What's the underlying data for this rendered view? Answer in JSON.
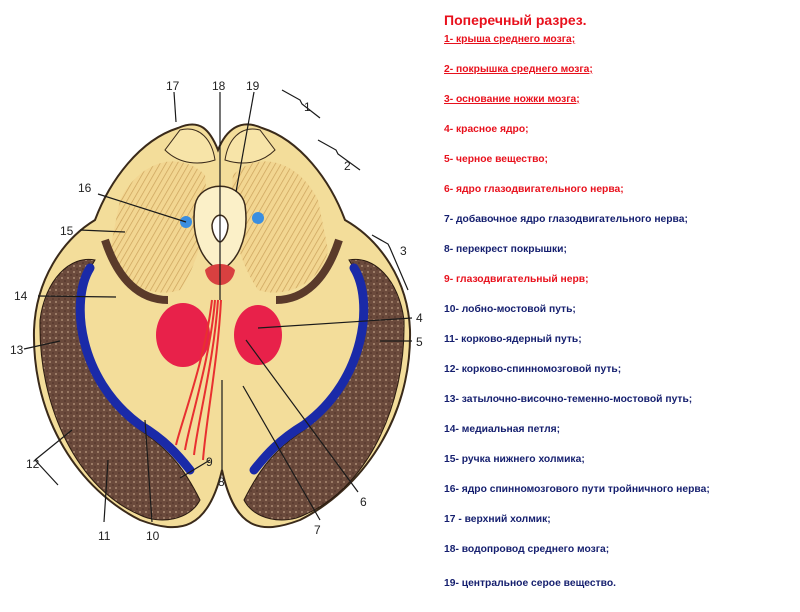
{
  "legend": {
    "title": "Поперечный разрез.",
    "items": [
      {
        "text": "1- крыша среднего мозга;",
        "color": "red",
        "underline": true
      },
      {
        "text": "2- покрышка среднего мозга;",
        "color": "red",
        "underline": true
      },
      {
        "text": "3- основание ножки мозга;",
        "color": "red",
        "underline": true
      },
      {
        "text": "4- красное ядро;",
        "color": "red",
        "underline": false
      },
      {
        "text": "5- черное вещество;",
        "color": "red",
        "underline": false
      },
      {
        "text": "6- ядро глазодвигательного нерва;",
        "color": "red",
        "underline": false
      },
      {
        "text": "7- добавочное ядро глазодвигательного нерва;",
        "color": "blue",
        "underline": false
      },
      {
        "text": "8- перекрест покрышки;",
        "color": "blue",
        "underline": false
      },
      {
        "text": "9- глазодвигательный нерв;",
        "color": "red",
        "underline": false
      },
      {
        "text": "10- лобно-мостовой путь;",
        "color": "blue",
        "underline": false
      },
      {
        "text": "11- корково-ядерный путь;",
        "color": "blue",
        "underline": false
      },
      {
        "text": "12- корково-спинномозговой путь;",
        "color": "blue",
        "underline": false
      },
      {
        "text": "13- затылочно-височно-теменно-мостовой путь;",
        "color": "blue",
        "underline": false
      },
      {
        "text": "14- медиальная петля;",
        "color": "blue",
        "underline": false
      },
      {
        "text": "15- ручка нижнего холмика;",
        "color": "blue",
        "underline": false
      },
      {
        "text": "16- ядро спинномозгового пути тройничного нерва;",
        "color": "blue",
        "underline": false
      },
      {
        "text": "17 - верхний холмик;",
        "color": "blue",
        "underline": false
      },
      {
        "text": "18- водопровод среднего мозга;",
        "color": "blue",
        "underline": false
      },
      {
        "text": "19- центральное серое вещество.",
        "color": "blue",
        "underline": false
      }
    ]
  },
  "figure": {
    "labels": [
      "1",
      "2",
      "3",
      "4",
      "5",
      "6",
      "7",
      "8",
      "9",
      "10",
      "11",
      "12",
      "13",
      "14",
      "15",
      "16",
      "17",
      "18",
      "19"
    ]
  },
  "colors": {
    "tissue": "#f5e2a0",
    "basis": "#6e4a3a",
    "substantia_nigra": "#1a2aa8",
    "red_nucleus": "#e8214a",
    "nerve": "#e83030",
    "nucleus_blue": "#3a8ee0"
  }
}
